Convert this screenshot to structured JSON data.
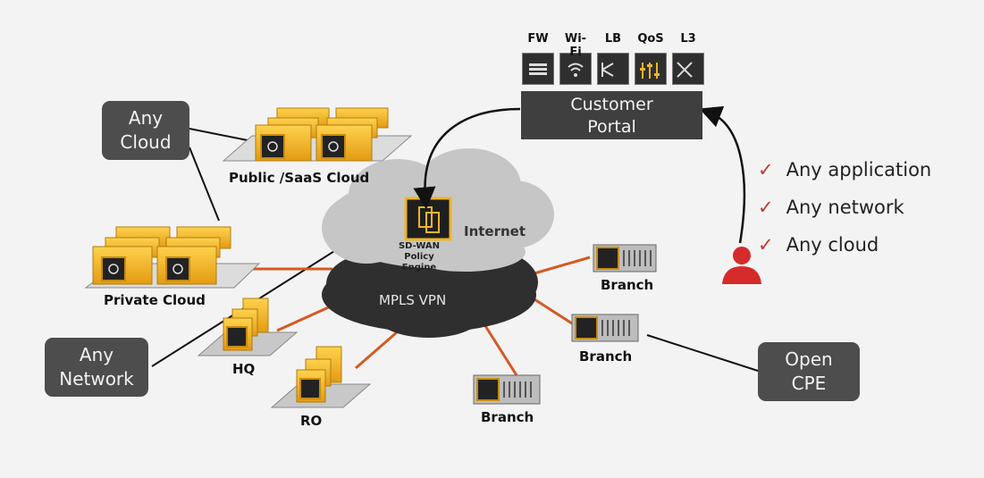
{
  "callouts": {
    "any_cloud": "Any\nCloud",
    "any_network": "Any\nNetwork",
    "open_cpe": "Open\nCPE"
  },
  "clouds": {
    "public_saas": "Public /SaaS Cloud",
    "private": "Private Cloud"
  },
  "network": {
    "internet": "Internet",
    "mpls": "MPLS VPN",
    "engine_line1": "SD-WAN",
    "engine_line2": "Policy Engine"
  },
  "sites": {
    "hq": "HQ",
    "ro": "RO",
    "branch_top": "Branch",
    "branch_mid": "Branch",
    "branch_bottom": "Branch"
  },
  "services": [
    "FW",
    "Wi-Fi",
    "LB",
    "QoS",
    "L3"
  ],
  "portal": {
    "line1": "Customer",
    "line2": "Portal"
  },
  "checklist": [
    "Any application",
    "Any network",
    "Any cloud"
  ],
  "colors": {
    "link": "#d35a24",
    "box": "#f0b429",
    "box_dark": "#c98c10",
    "callout": "#4d4d4d",
    "cloud_light": "#c6c6c6",
    "cloud_dark": "#2f2f2f",
    "user": "#d62b2b",
    "check": "#c0392b"
  }
}
